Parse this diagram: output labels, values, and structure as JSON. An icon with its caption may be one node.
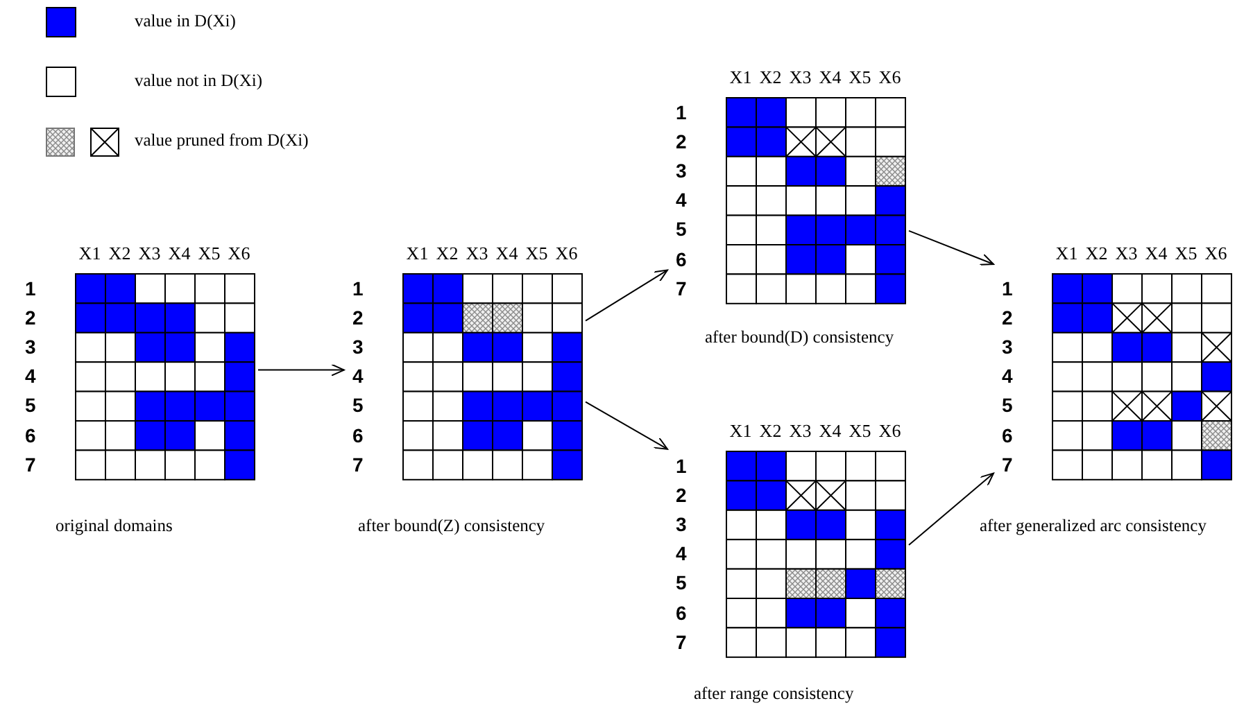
{
  "diagram": {
    "nodes": [
      {
        "text": [
          "X1",
          "X2",
          "X3",
          "X4",
          "X5",
          "X6",
          "1",
          "2",
          "3",
          "4",
          "5",
          "6",
          "7"
        ],
        "beside": [
          "original domains"
        ]
      },
      {
        "text": [
          "X1",
          "X2",
          "X3",
          "X4",
          "X5",
          "X6",
          "1",
          "2",
          "3",
          "4",
          "5",
          "6",
          "7"
        ],
        "beside": [
          "after bound(Z) consistency"
        ]
      },
      {
        "text": [
          "X1",
          "X2",
          "X3",
          "X4",
          "X5",
          "X6",
          "1",
          "2",
          "3",
          "4",
          "5",
          "6",
          "7"
        ],
        "beside": [
          "after bound(D) consistency"
        ]
      },
      {
        "text": [
          "X1",
          "X2",
          "X3",
          "X4",
          "X5",
          "X6",
          "1",
          "2",
          "3",
          "4",
          "5",
          "6",
          "7"
        ],
        "beside": [
          "after range consistency"
        ]
      },
      {
        "text": [
          "X1",
          "X2",
          "X3",
          "X4",
          "X5",
          "X6",
          "1",
          "2",
          "3",
          "4",
          "5",
          "6",
          "7"
        ],
        "beside": [
          "after generalized arc consistency"
        ]
      }
    ],
    "edges": [
      {
        "from": 0,
        "to": 1,
        "arrow": "to"
      },
      {
        "from": 1,
        "to": 2,
        "arrow": "to"
      },
      {
        "from": 1,
        "to": 3,
        "arrow": "to"
      },
      {
        "from": 2,
        "to": 4,
        "arrow": "to"
      },
      {
        "from": 3,
        "to": 4,
        "arrow": "to"
      }
    ],
    "legend": [
      {
        "text": "value in D(Xi)",
        "color": "#0000ff"
      },
      {
        "text": "value not in D(Xi)",
        "color": "#ffffff"
      },
      {
        "text": "value pruned from D(Xi)"
      }
    ]
  }
}
